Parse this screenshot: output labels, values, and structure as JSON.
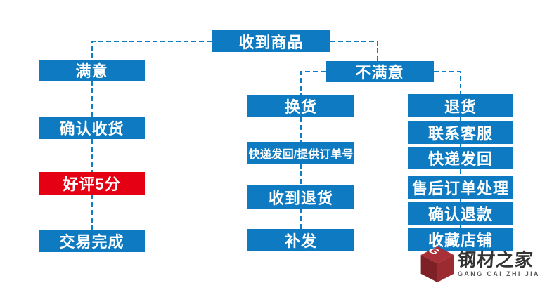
{
  "flow": {
    "start": {
      "label": "收到商品"
    },
    "satisfied_branch": {
      "steps": [
        {
          "label": "满意"
        },
        {
          "label": "确认收货"
        },
        {
          "label": "好评5分",
          "highlight": true
        },
        {
          "label": "交易完成"
        }
      ]
    },
    "unsatisfied_branch": {
      "head": {
        "label": "不满意"
      },
      "exchange_path": {
        "steps": [
          {
            "label": "换货"
          },
          {
            "label": "快递发回/提供订单号"
          },
          {
            "label": "收到退货"
          },
          {
            "label": "补发"
          }
        ]
      },
      "return_path": {
        "steps": [
          {
            "label": "退货"
          },
          {
            "label": "联系客服"
          },
          {
            "label": "快递发回"
          },
          {
            "label": "售后订单处理"
          },
          {
            "label": "确认退款"
          },
          {
            "label": "收藏店铺"
          }
        ]
      }
    }
  },
  "logo": {
    "name_cn": "钢材之家",
    "name_en": "GANG CAI ZHI JIA",
    "cube_letter": "G"
  },
  "colors": {
    "node_blue": "#0d7ac1",
    "connector_blue": "#0f7dc2",
    "highlight_red": "#e60014",
    "logo_red_top": "#a93038",
    "logo_red_dark": "#7e2127",
    "logo_red_mid": "#9c2b31",
    "logo_text": "#333333",
    "logo_subtext": "#58595b"
  }
}
